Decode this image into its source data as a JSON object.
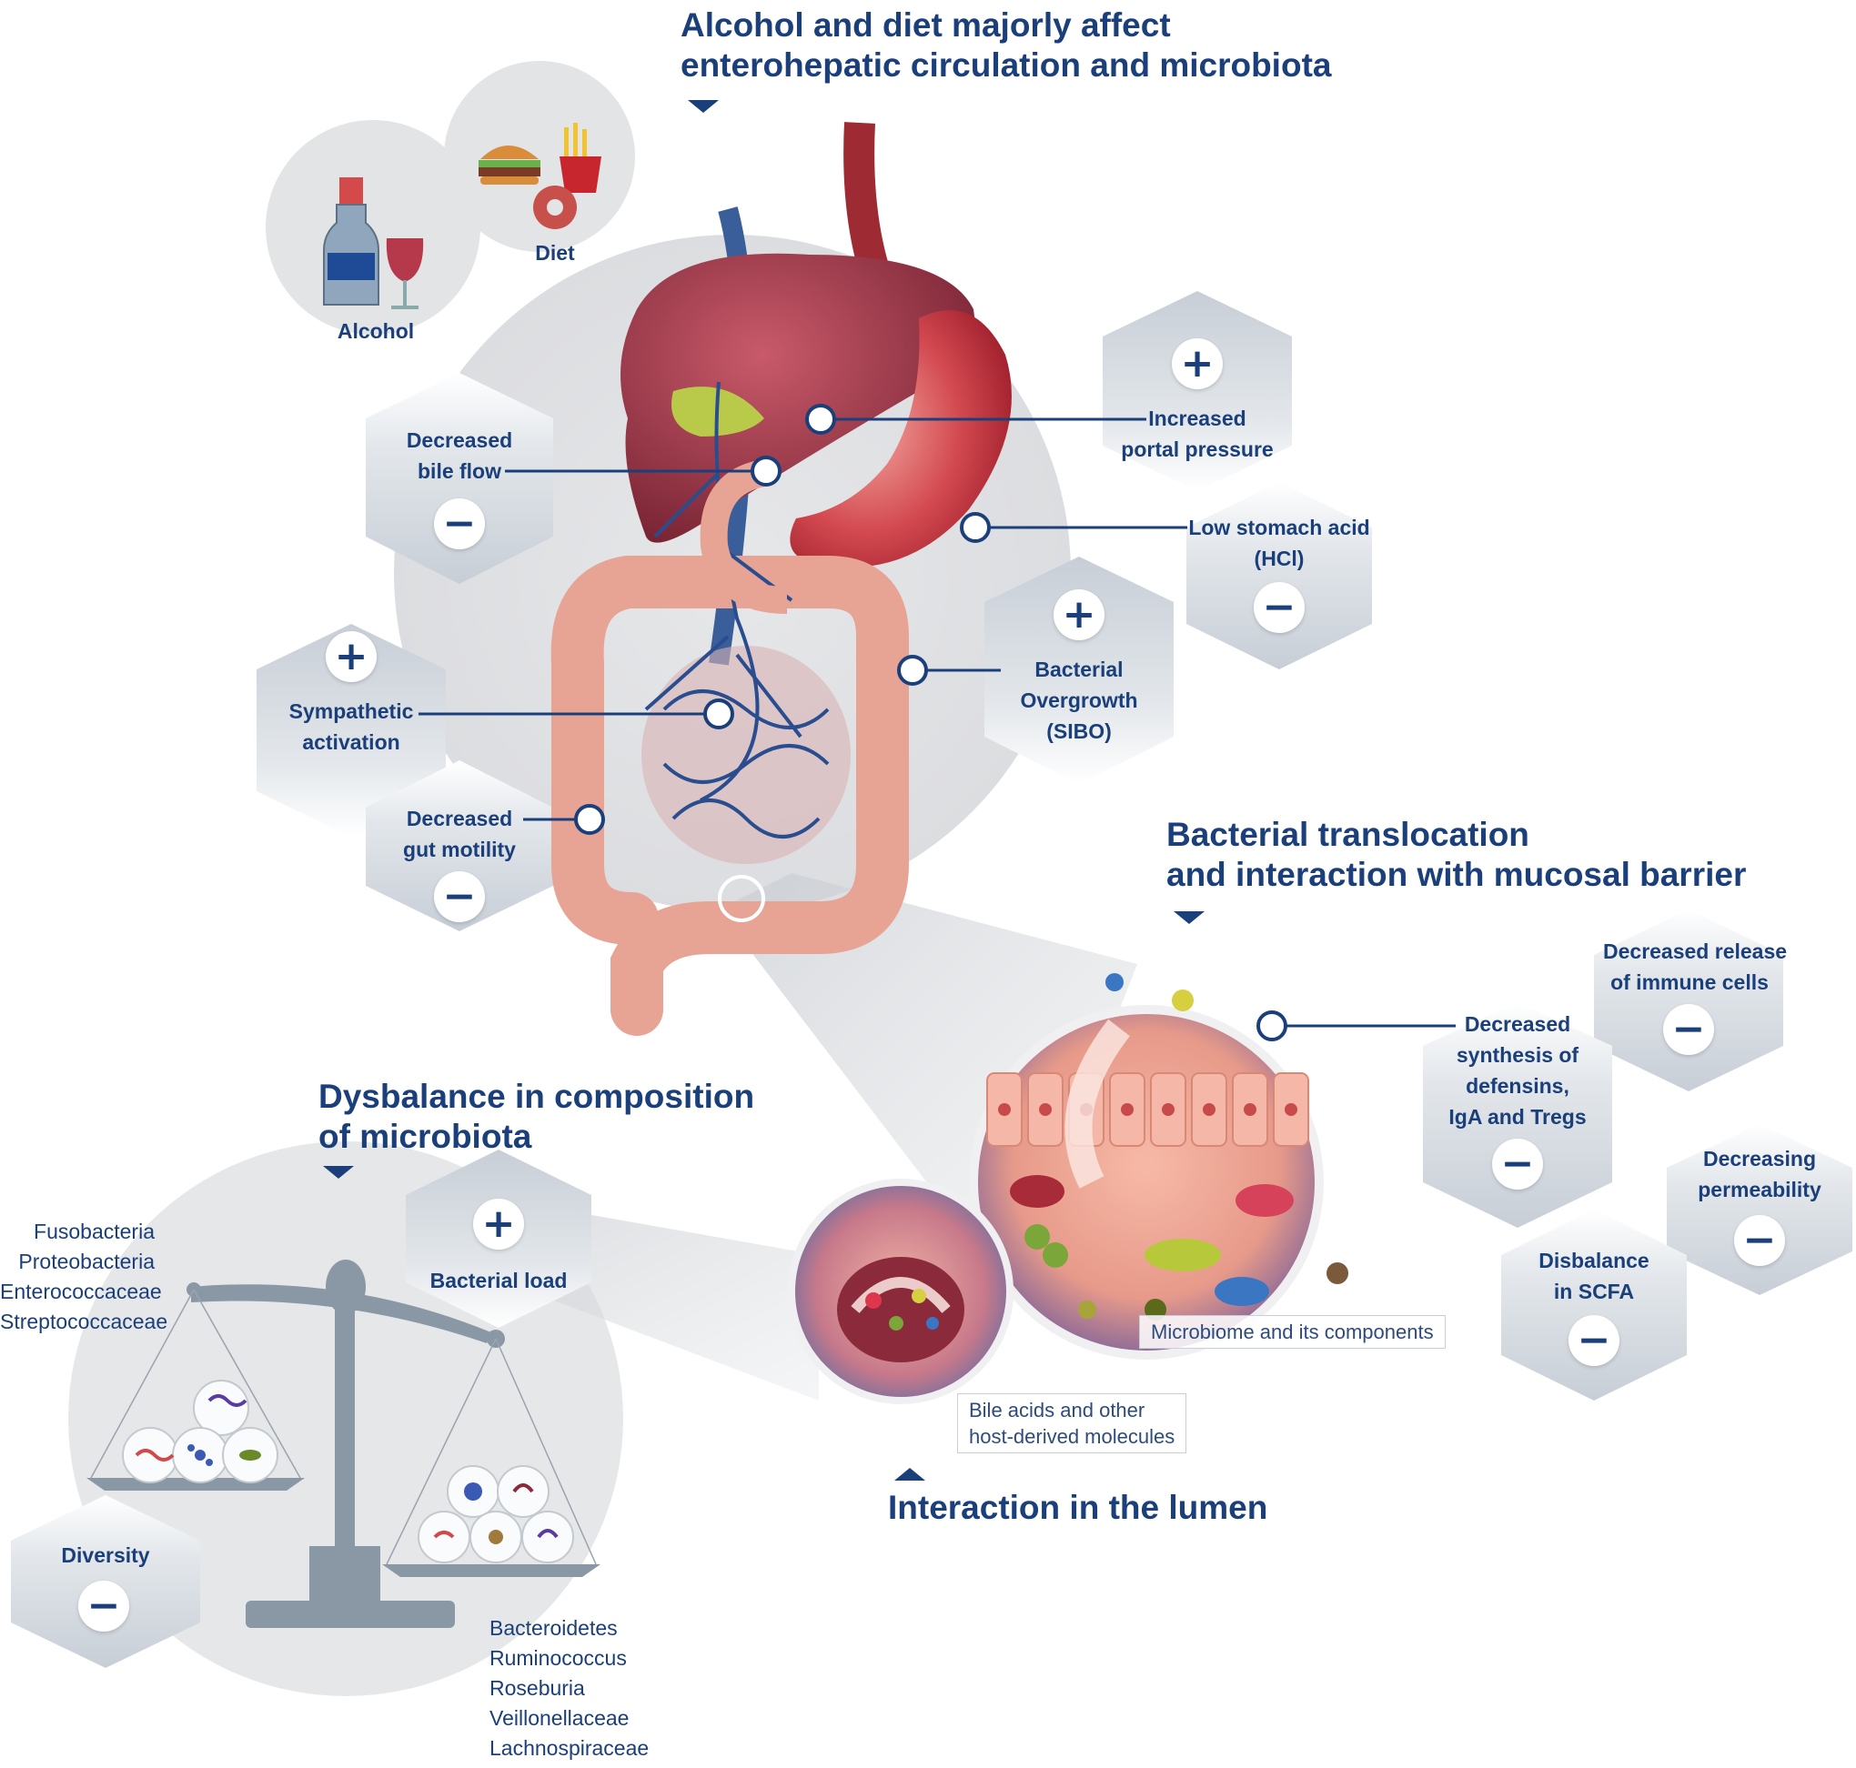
{
  "title": {
    "line1": "Alcohol and diet majorly affect",
    "line2": "enterohepatic circulation and microbiota"
  },
  "inputs": {
    "alcohol": "Alcohol",
    "diet": "Diet"
  },
  "effects": {
    "bile_flow": {
      "line1": "Decreased",
      "line2": "bile flow",
      "sign": "−"
    },
    "portal_pressure": {
      "line1": "Increased",
      "line2": "portal pressure",
      "sign": "+"
    },
    "stomach_acid": {
      "line1": "Low stomach acid",
      "line2": "(HCl)",
      "sign": "−"
    },
    "sibo": {
      "line1": "Bacterial",
      "line2": "Overgrowth",
      "line3": "(SIBO)",
      "sign": "+"
    },
    "sympathetic": {
      "line1": "Sympathetic",
      "line2": "activation",
      "sign": "+"
    },
    "gut_motility": {
      "line1": "Decreased",
      "line2": "gut motility",
      "sign": "−"
    }
  },
  "translocation": {
    "title_line1": "Bacterial translocation",
    "title_line2": "and interaction with mucosal barrier",
    "immune_release": {
      "line1": "Decreased release",
      "line2": "of immune cells",
      "sign": "−"
    },
    "defensins": {
      "line1": "Decreased",
      "line2": "synthesis of",
      "line3": "defensins,",
      "line4": "IgA and Tregs",
      "sign": "−"
    },
    "permeability": {
      "line1": "Decreasing",
      "line2": "permeability",
      "sign": "−"
    },
    "scfa": {
      "line1": "Disbalance",
      "line2": "in SCFA",
      "sign": "−"
    },
    "microbiome_caption": "Microbiome and its components"
  },
  "lumen": {
    "title": "Interaction in the lumen",
    "bile_caption_line1": "Bile acids and other",
    "bile_caption_line2": "host-derived molecules"
  },
  "dysbalance": {
    "title_line1": "Dysbalance in composition",
    "title_line2": "of microbiota",
    "bacterial_load": {
      "label": "Bacterial load",
      "sign": "+"
    },
    "diversity": {
      "label": "Diversity",
      "sign": "−"
    },
    "increased_taxa": [
      "Fusobacteria",
      "Proteobacteria",
      "Enterococcaceae",
      "Streptococcaceae"
    ],
    "decreased_taxa": [
      "Bacteroidetes",
      "Ruminococcus",
      "Roseburia",
      "Veillonellaceae",
      "Lachnospiraceae"
    ]
  },
  "colors": {
    "text": "#1a3f7a",
    "hexagon": "#d7dde3",
    "circle": "#e9eaec",
    "liver": "#9a3a4a",
    "stomach": "#c9343f",
    "intestine": "#e79c8c",
    "vessel": "#2a4d8f"
  }
}
